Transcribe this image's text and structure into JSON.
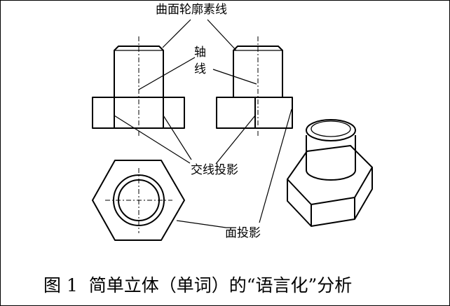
{
  "labels": {
    "curved_outline": "曲面轮廓素线",
    "axis_char_1": "轴",
    "axis_char_2": "线",
    "intersection_projection": "交线投影",
    "face_projection": "面投影"
  },
  "caption": "图 1  简单立体（单词）的“语言化”分析"
}
